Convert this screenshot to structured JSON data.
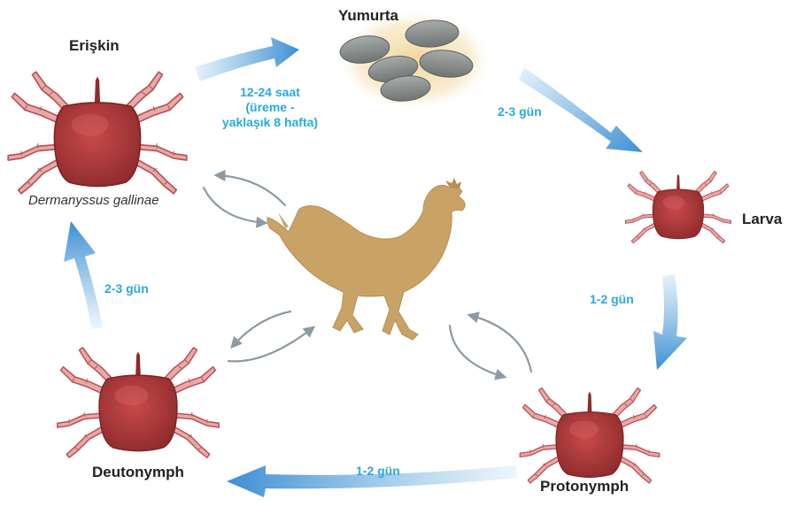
{
  "stages": {
    "adult": "Erişkin",
    "egg": "Yumurta",
    "larva": "Larva",
    "protonymph": "Protonymph",
    "deutonymph": "Deutonymph"
  },
  "species": "Dermanyssus gallinae",
  "durations": {
    "adult_to_egg_line1": "12-24 saat",
    "adult_to_egg_line2": "(üreme -",
    "adult_to_egg_line3": "yaklaşık 8 hafta)",
    "egg_to_larva": "2-3 gün",
    "larva_to_protonymph": "1-2 gün",
    "protonymph_to_deutonymph": "1-2 gün",
    "deutonymph_to_adult": "2-3 gün"
  },
  "colors": {
    "mite_body": "#b8383a",
    "mite_leg": "#e8a8a4",
    "egg": "#8d9190",
    "host_bird": "#c9a265",
    "cycle_arrow": "#5aa6dd",
    "host_arrow": "#8d9aa3",
    "duration_text": "#29a9e0"
  }
}
